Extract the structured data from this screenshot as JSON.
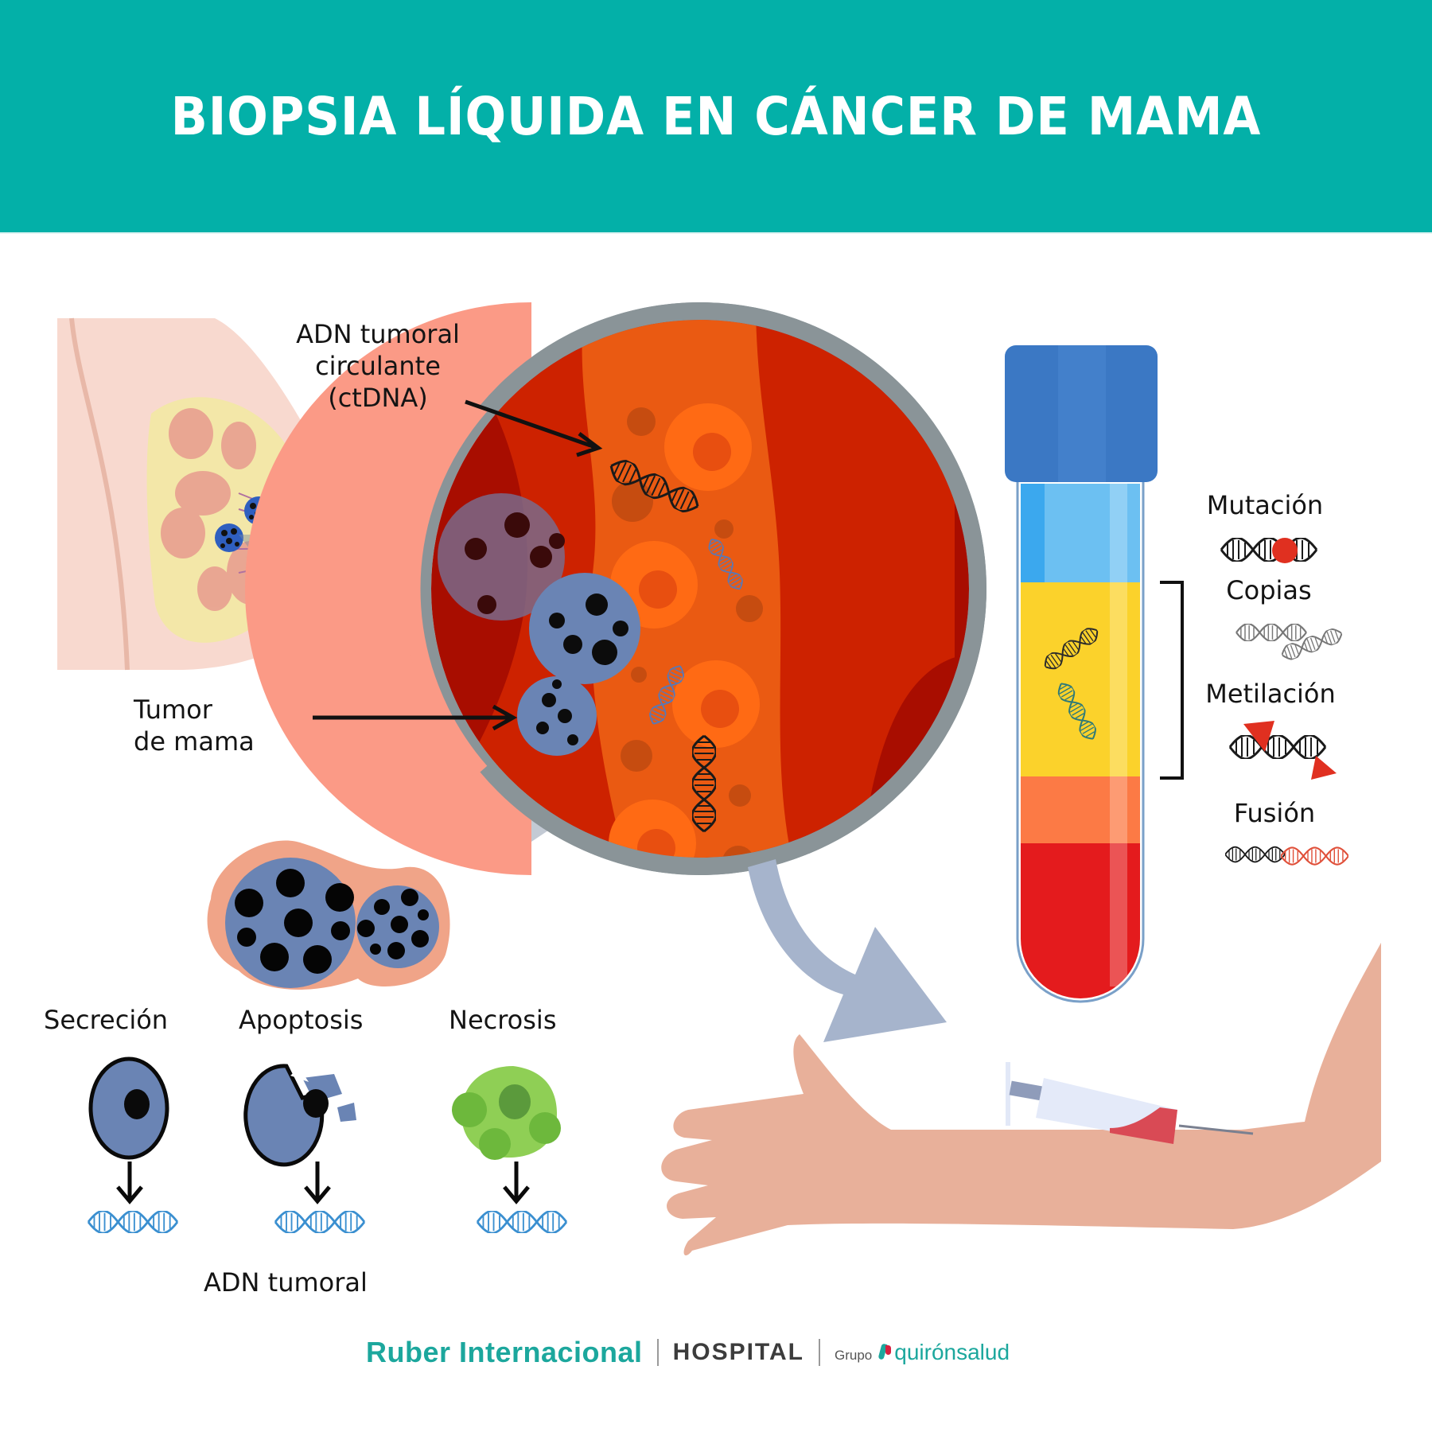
{
  "header": {
    "title": "BIOPSIA LÍQUIDA EN CÁNCER DE MAMA",
    "background_color": "#03b0a8"
  },
  "illustration": {
    "ctdna_label": {
      "line1": "ADN tumoral",
      "line2": "circulante",
      "line3": "(ctDNA)"
    },
    "tumor_label": {
      "line1": "Tumor",
      "line2": "de mama"
    },
    "release_mechanisms": [
      {
        "label": "Secreción",
        "cell": "intact-cell"
      },
      {
        "label": "Apoptosis",
        "cell": "fragmenting-cell"
      },
      {
        "label": "Necrosis",
        "cell": "necrotic-cell"
      }
    ],
    "release_result_label": "ADN tumoral",
    "alterations": [
      {
        "label": "Mutación",
        "icon": "dna-mutation-icon"
      },
      {
        "label": "Copias",
        "icon": "dna-copies-icon"
      },
      {
        "label": "Metilación",
        "icon": "dna-methylation-icon"
      },
      {
        "label": "Fusión",
        "icon": "dna-fusion-icon"
      }
    ],
    "tube_layers": [
      {
        "name": "cap",
        "color": "#3b78c4"
      },
      {
        "name": "empty",
        "color": "#6cc0f2"
      },
      {
        "name": "plasma",
        "color": "#fbd22b"
      },
      {
        "name": "buffy-coat",
        "color": "#fc7a45"
      },
      {
        "name": "red-cells",
        "color": "#e41b1d"
      }
    ],
    "colors": {
      "vessel_dark": "#a80d00",
      "vessel_mid": "#cd2200",
      "vessel_flow": "#ea5a12",
      "red_cell": "#ff6a14",
      "tumor_cell": "#6a84b4",
      "skin": "#e8b09a",
      "accent_red": "#e03020"
    }
  },
  "footer": {
    "brand_primary": "Ruber Internacional",
    "brand_secondary": "HOSPITAL",
    "group_prefix": "Grupo",
    "group_name": "quirónsalud"
  }
}
